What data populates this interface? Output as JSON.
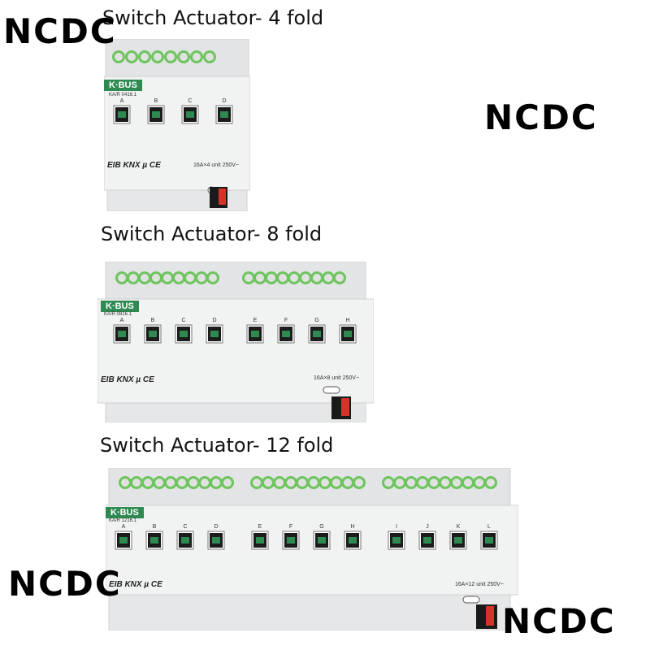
{
  "watermark": "NCDC",
  "devices": [
    {
      "title": "Switch Actuator- 4 fold",
      "brand": "K·BUS",
      "model": "KA/R 0416.1",
      "rating": "16A×4 unit 250V~",
      "marks": "EIB KNX µ CE",
      "channels": [
        "A",
        "B",
        "C",
        "D"
      ]
    },
    {
      "title": "Switch Actuator- 8 fold",
      "brand": "K·BUS",
      "model": "KA/R 0816.1",
      "rating": "16A×8 unit 250V~",
      "marks": "EIB KNX µ CE",
      "channels": [
        "A",
        "B",
        "C",
        "D",
        "E",
        "F",
        "G",
        "H"
      ]
    },
    {
      "title": "Switch Actuator- 12 fold",
      "brand": "K·BUS",
      "model": "KA/R 1216.1",
      "rating": "16A×12 unit 250V~",
      "marks": "EIB KNX µ CE",
      "channels": [
        "A",
        "B",
        "C",
        "D",
        "E",
        "F",
        "G",
        "H",
        "I",
        "J",
        "K",
        "L"
      ]
    }
  ],
  "colors": {
    "accent": "#2f8a52",
    "housing": "#e9eaeb",
    "terminal": "#6ec45f",
    "connector_red": "#d8332a"
  }
}
